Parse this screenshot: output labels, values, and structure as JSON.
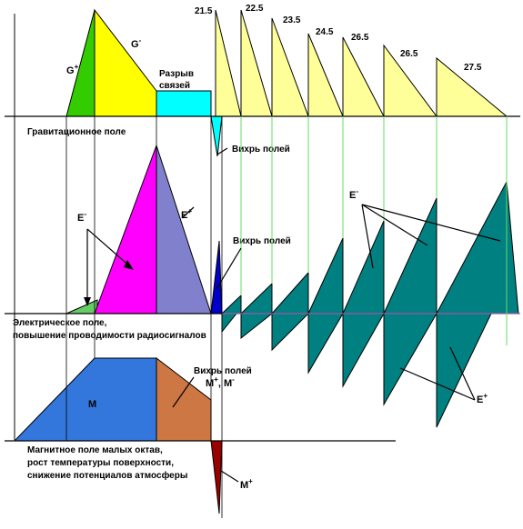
{
  "fields": {
    "gravity": {
      "label": "Гравитационное поле",
      "g_plus": "G",
      "g_minus": "G",
      "g_plus_sign": "+",
      "g_minus_sign": "-",
      "break_line1": "Разрыв",
      "break_line2": "связей",
      "vortex": "Вихрь полей",
      "peak_values": [
        "21.5",
        "22.5",
        "23.5",
        "24.5",
        "26.5",
        "26.5",
        "27.5"
      ]
    },
    "electric": {
      "label_line1": "Электрическое поле,",
      "label_line2": "повышение проводимости радиосигналов",
      "e_minus_left": "E",
      "e_minus_left_sign": "-",
      "e_plus_center": "E",
      "e_plus_center_sign": "+",
      "e_minus_right": "E",
      "e_minus_right_sign": "-",
      "vortex": "Вихрь полей"
    },
    "magnetic": {
      "label_line1": "Магнитное поле малых октав,",
      "label_line2": "рост температуры поверхности,",
      "label_line3": "снижение потенциалов атмосферы",
      "m_label": "M",
      "vortex": "Вихрь полей",
      "m_pair": "M",
      "m_pair_plus": "+",
      "m_pair_comma": ", M",
      "m_pair_minus": "-",
      "e_plus_right": "E",
      "e_plus_right_sign": "+",
      "m_plus_bottom": "M",
      "m_plus_bottom_sign": "+"
    }
  },
  "colors": {
    "green": "#33cc00",
    "yellow": "#ffff00",
    "cyan": "#00ffff",
    "pale_yellow": "#ffff99",
    "magenta": "#ff00ff",
    "lavender": "#8080cc",
    "blue": "#0000cc",
    "teal": "#008080",
    "light_green": "#66cc66",
    "steel_blue": "#3377dd",
    "sienna": "#cc7744",
    "dark_red": "#990000",
    "guide_green": "#66dd66"
  }
}
